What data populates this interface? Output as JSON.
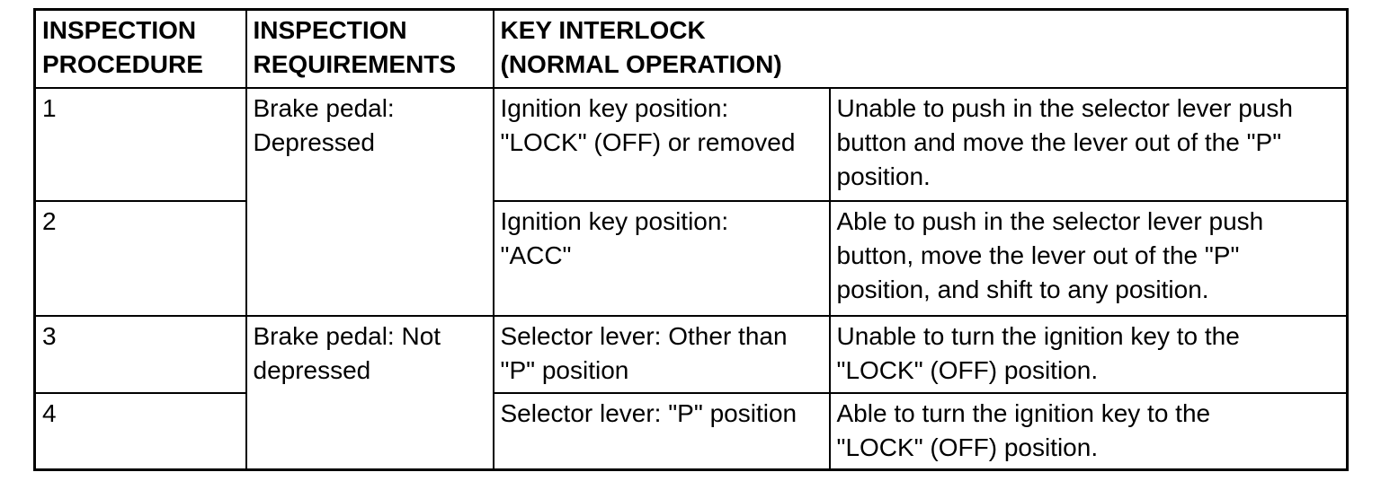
{
  "document": {
    "background_color": "#ffffff",
    "text_color": "#000000",
    "border_color": "#000000"
  },
  "table": {
    "headers": {
      "procedure": "INSPECTION\nPROCEDURE",
      "requirements": "INSPECTION\nREQUIREMENTS",
      "key_interlock": "KEY INTERLOCK\n(NORMAL OPERATION)"
    },
    "rows": [
      {
        "procedure": "1",
        "requirement": "Brake pedal:\nDepressed",
        "requirement_rowspan": 2,
        "condition": "Ignition key position:\n\"LOCK\" (OFF) or removed",
        "result": "Unable to push in the selector lever push\nbutton and move the lever out of the \"P\"\nposition."
      },
      {
        "procedure": "2",
        "condition": "Ignition key position:\n\"ACC\"",
        "result": "Able to push in the selector lever push\nbutton, move the lever out of the \"P\"\nposition, and shift to any position."
      },
      {
        "procedure": "3",
        "requirement": "Brake pedal: Not\ndepressed",
        "requirement_rowspan": 2,
        "condition": "Selector lever: Other than\n\"P\" position",
        "result": "Unable to turn the ignition key to the\n\"LOCK\" (OFF) position."
      },
      {
        "procedure": "4",
        "condition": "Selector lever: \"P\" position",
        "result": "Able to turn the ignition key to the\n\"LOCK\" (OFF) position."
      }
    ]
  }
}
